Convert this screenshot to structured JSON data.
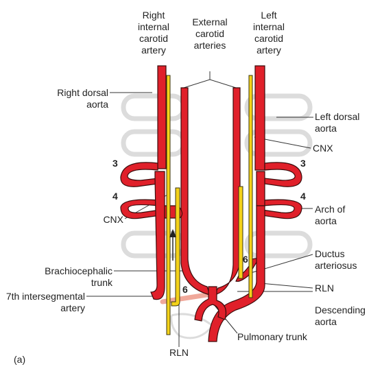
{
  "figure": {
    "panel_label": "(a)",
    "colors": {
      "artery": "#e0202a",
      "artery_outline": "#3a0c0c",
      "nerve": "#f4d21a",
      "nerve_outline": "#3a3410",
      "vertebra": "#dcdcdc",
      "ligament": "#f0a89a",
      "leader": "#333333"
    },
    "labels": {
      "right_internal_carotid": [
        "Right",
        "internal",
        "carotid",
        "artery"
      ],
      "external_carotid": [
        "External",
        "carotid",
        "arteries"
      ],
      "left_internal_carotid": [
        "Left",
        "internal",
        "carotid",
        "artery"
      ],
      "right_dorsal_aorta": [
        "Right dorsal",
        "aorta"
      ],
      "left_dorsal_aorta": [
        "Left dorsal",
        "aorta"
      ],
      "cnx_right": "CNX",
      "cnx_left": "CNX",
      "arch_of_aorta": [
        "Arch of",
        "aorta"
      ],
      "ductus_arteriosus": [
        "Ductus",
        "arteriosus"
      ],
      "rln_right": "RLN",
      "rln_bottom": "RLN",
      "brachiocephalic_trunk": [
        "Brachiocephalic",
        "trunk"
      ],
      "seventh_intersegmental": [
        "7th intersegmental",
        "artery"
      ],
      "descending_aorta": [
        "Descending",
        "aorta"
      ],
      "pulmonary_trunk": "Pulmonary trunk"
    },
    "arch_numbers": {
      "left3": "3",
      "right3": "3",
      "left4": "4",
      "right4": "4",
      "left6": "6",
      "right6": "6"
    }
  }
}
